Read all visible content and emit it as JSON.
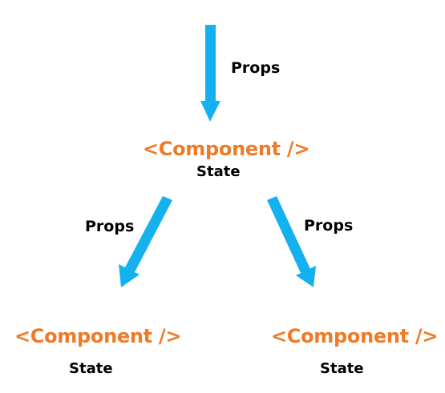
{
  "colors": {
    "arrow": "#13B1EE",
    "component_text": "#F07A26",
    "text": "#000000"
  },
  "root": {
    "incoming_label": "Props",
    "component": "<Component />",
    "state": "State"
  },
  "edges": {
    "left_label": "Props",
    "right_label": "Props"
  },
  "children": [
    {
      "component": "<Component />",
      "state": "State"
    },
    {
      "component": "<Component />",
      "state": "State"
    }
  ]
}
